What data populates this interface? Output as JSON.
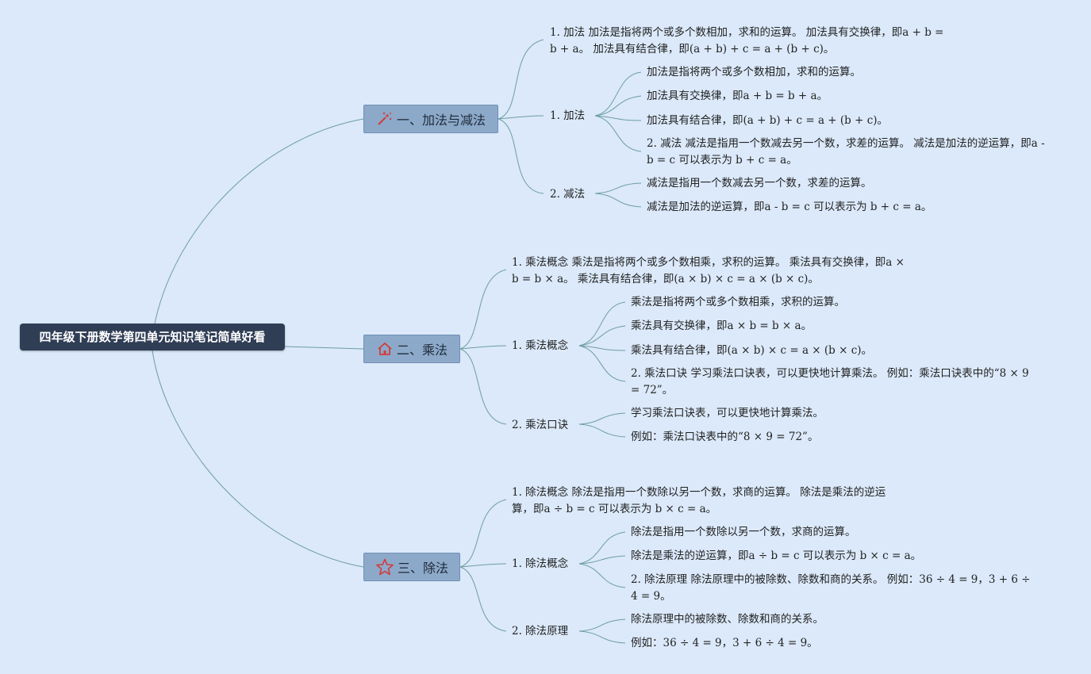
{
  "root": {
    "label": "四年级下册数学第四单元知识笔记简单好看"
  },
  "branches": [
    {
      "icon": "magic-wand-icon",
      "label": "一、加法与减法",
      "summary": "1. 加法 加法是指将两个或多个数相加，求和的运算。 加法具有交换律，即a + b = b + a。 加法具有结合律，即(a + b) + c = a + (b + c)。",
      "topics": [
        {
          "label": "1. 加法",
          "items": [
            "加法是指将两个或多个数相加，求和的运算。",
            "加法具有交换律，即a + b = b + a。",
            "加法具有结合律，即(a + b) + c = a + (b + c)。",
            "2. 减法 减法是指用一个数减去另一个数，求差的运算。 减法是加法的逆运算，即a - b = c 可以表示为 b + c = a。"
          ]
        },
        {
          "label": "2. 减法",
          "items": [
            "减法是指用一个数减去另一个数，求差的运算。",
            "减法是加法的逆运算，即a - b = c 可以表示为 b + c = a。"
          ]
        }
      ]
    },
    {
      "icon": "house-icon",
      "label": "二、乘法",
      "summary": "1. 乘法概念 乘法是指将两个或多个数相乘，求积的运算。 乘法具有交换律，即a × b = b × a。 乘法具有结合律，即(a × b) × c = a × (b × c)。",
      "topics": [
        {
          "label": "1. 乘法概念",
          "items": [
            "乘法是指将两个或多个数相乘，求积的运算。",
            "乘法具有交换律，即a × b = b × a。",
            "乘法具有结合律，即(a × b) × c = a × (b × c)。",
            "2. 乘法口诀 学习乘法口诀表，可以更快地计算乘法。 例如：乘法口诀表中的“8 × 9 = 72”。"
          ]
        },
        {
          "label": "2. 乘法口诀",
          "items": [
            "学习乘法口诀表，可以更快地计算乘法。",
            "例如：乘法口诀表中的“8 × 9 = 72”。"
          ]
        }
      ]
    },
    {
      "icon": "star-icon",
      "label": "三、除法",
      "summary": "1. 除法概念 除法是指用一个数除以另一个数，求商的运算。 除法是乘法的逆运算，即a ÷ b = c 可以表示为 b × c = a。",
      "topics": [
        {
          "label": "1. 除法概念",
          "items": [
            "除法是指用一个数除以另一个数，求商的运算。",
            "除法是乘法的逆运算，即a ÷ b = c 可以表示为 b × c = a。",
            "2. 除法原理 除法原理中的被除数、除数和商的关系。 例如：36 ÷ 4 = 9，3 + 6 ÷ 4 = 9。"
          ]
        },
        {
          "label": "2. 除法原理",
          "items": [
            "除法原理中的被除数、除数和商的关系。",
            "例如：36 ÷ 4 = 9，3 + 6 ÷ 4 = 9。"
          ]
        }
      ]
    }
  ],
  "colors": {
    "background": "#dbe9fa",
    "root_fill": "#2f3d55",
    "branch_fill": "#8da9c9",
    "connector": "#6e9ea0",
    "icon_red": "#d23c3c"
  }
}
